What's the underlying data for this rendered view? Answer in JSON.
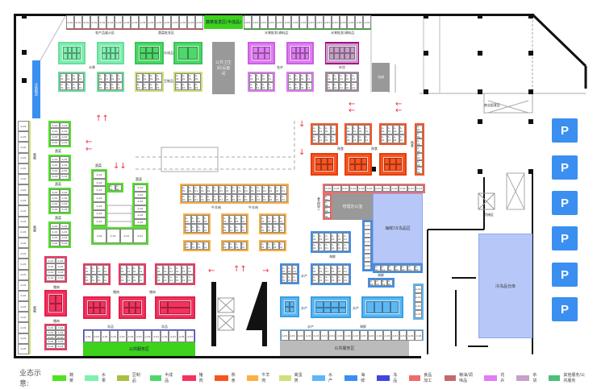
{
  "legend": {
    "title": "业态示意:",
    "items": [
      {
        "label": "蔬菜",
        "color": "#4ee421"
      },
      {
        "label": "水果",
        "color": "#7ef0b0"
      },
      {
        "label": "豆制品",
        "color": "#a8c040"
      },
      {
        "label": "半成品",
        "color": "#4fd86a"
      },
      {
        "label": "猪肉",
        "color": "#f5325e"
      },
      {
        "label": "熟食",
        "color": "#fb5320"
      },
      {
        "label": "牛羊肉",
        "color": "#fbb040"
      },
      {
        "label": "禽蛋类",
        "color": "#cde07a"
      },
      {
        "label": "水产",
        "color": "#5cb8f5"
      },
      {
        "label": "海鲜",
        "color": "#3a8ff0"
      },
      {
        "label": "冻品",
        "color": "#3d47e0"
      },
      {
        "label": "食品加工",
        "color": "#f06b6b"
      },
      {
        "label": "粮油/调味品",
        "color": "#c46a6a"
      },
      {
        "label": "花卉",
        "color": "#e07cf5"
      },
      {
        "label": "杂货",
        "color": "#c8a0c8"
      },
      {
        "label": "其他服务/公共服务",
        "color": "#4cbf7a"
      }
    ]
  },
  "zones": {
    "top_strip_left": "农产品展示区",
    "top_strip_mid": "蔬菜批发区",
    "top_green_bar": "蔬菜批发区(半成品)",
    "top_strip_right1": "水果批发/调料品",
    "top_strip_right2": "水果批发/调料品",
    "fruit": "水果",
    "halfmade": "半成品",
    "bean": "豆制品",
    "gray_center": "公共卫生间/设备间",
    "flower": "花卉",
    "sundry": "杂货",
    "elevator_top": "电梯",
    "business_area": "商业配套区",
    "elevator_right": "货梯区",
    "left_blue": "冷链配送",
    "veg1": "蔬菜",
    "veg2": "蔬菜",
    "veg3": "蔬菜",
    "veg_block": "蔬菜",
    "egg_label": "禽蛋",
    "beef_label1": "牛羊肉",
    "beef_label2": "牛羊肉",
    "cooked1": "熟食",
    "cooked2": "熟食",
    "cooked_side": "熟食",
    "food_proc": "食品加工",
    "gray_mid": "管理办公室",
    "seafood_zone": "海鲜/冷冻品区",
    "seafood_zone_big": "冷冻品仓库",
    "aquatic1": "水产",
    "aquatic2": "水产",
    "aquatic3": "水产",
    "aquatic4": "水产",
    "seafood1": "海鲜",
    "seafood2": "海鲜",
    "seafood3": "海鲜",
    "pork1": "猪肉",
    "pork2": "猪肉",
    "pork3": "猪肉",
    "pork4": "猪肉",
    "frozen1": "冻品",
    "frozen2": "冻品",
    "green_bottom": "公共服务区",
    "gray_bottom": "公共服务区",
    "stall_code": "A-01"
  },
  "parking": [
    "P",
    "P",
    "P",
    "P",
    "P",
    "P"
  ]
}
